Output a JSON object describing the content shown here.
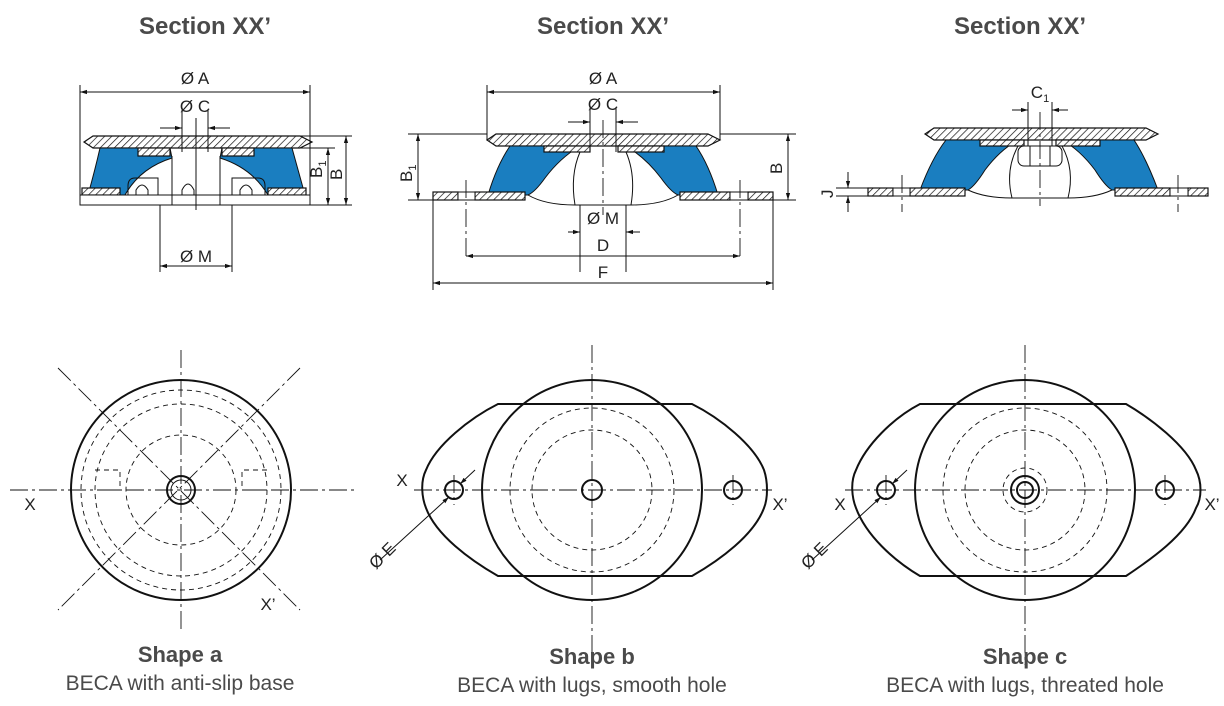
{
  "figures": [
    {
      "section_title": "Section XX’",
      "shape_title": "Shape a",
      "shape_desc": "BECA with anti-slip base",
      "dims": {
        "a": "Ø A",
        "c": "Ø C",
        "b1": "B",
        "b1_sub": "1",
        "b": "B",
        "m": "Ø M"
      },
      "axis": {
        "x": "X",
        "x2": "X’"
      }
    },
    {
      "section_title": "Section XX’",
      "shape_title": "Shape b",
      "shape_desc": "BECA with lugs, smooth hole",
      "dims": {
        "a": "Ø A",
        "c": "Ø C",
        "b1": "B",
        "b1_sub": "1",
        "b": "B",
        "m": "Ø M",
        "d": "D",
        "f": "F",
        "e": "Ø E"
      },
      "axis": {
        "x": "X",
        "x2": "X’"
      }
    },
    {
      "section_title": "Section XX’",
      "shape_title": "Shape c",
      "shape_desc": "BECA with lugs, threated hole",
      "dims": {
        "c1": "C",
        "c1_sub": "1",
        "j": "J",
        "e": "Ø E"
      },
      "axis": {
        "x": "X",
        "x2": "X’"
      }
    }
  ],
  "colors": {
    "rubber": "#1a7ec0",
    "line": "#111111",
    "text": "#4a4a4a"
  }
}
